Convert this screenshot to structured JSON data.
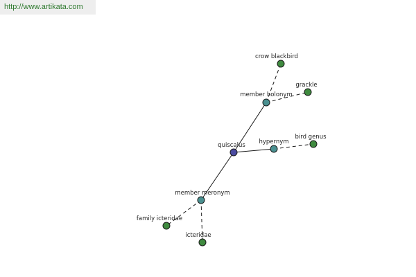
{
  "header": {
    "url": "http://www.artikata.com"
  },
  "colors": {
    "center": "#4a4aa0",
    "relation": "#4a9090",
    "leaf": "#3f8a3f"
  },
  "graph": {
    "nodes": [
      {
        "id": "quiscalus",
        "label": "quiscalus",
        "kind": "center"
      },
      {
        "id": "member_holonym",
        "label": "member holonym",
        "kind": "relation"
      },
      {
        "id": "hypernym",
        "label": "hypernym",
        "kind": "relation"
      },
      {
        "id": "member_meronym",
        "label": "member meronym",
        "kind": "relation"
      },
      {
        "id": "crow_blackbird",
        "label": "crow blackbird",
        "kind": "leaf"
      },
      {
        "id": "grackle",
        "label": "grackle",
        "kind": "leaf"
      },
      {
        "id": "bird_genus",
        "label": "bird genus",
        "kind": "leaf"
      },
      {
        "id": "family_icteridae",
        "label": "family icteridae",
        "kind": "leaf"
      },
      {
        "id": "icteridae",
        "label": "icteridae",
        "kind": "leaf"
      }
    ],
    "edges": [
      {
        "from": "quiscalus",
        "to": "member_holonym",
        "style": "solid"
      },
      {
        "from": "quiscalus",
        "to": "hypernym",
        "style": "solid"
      },
      {
        "from": "quiscalus",
        "to": "member_meronym",
        "style": "solid"
      },
      {
        "from": "member_holonym",
        "to": "crow_blackbird",
        "style": "dashed"
      },
      {
        "from": "member_holonym",
        "to": "grackle",
        "style": "dashed"
      },
      {
        "from": "hypernym",
        "to": "bird_genus",
        "style": "dashed"
      },
      {
        "from": "member_meronym",
        "to": "family_icteridae",
        "style": "dashed"
      },
      {
        "from": "member_meronym",
        "to": "icteridae",
        "style": "dashed"
      }
    ]
  }
}
